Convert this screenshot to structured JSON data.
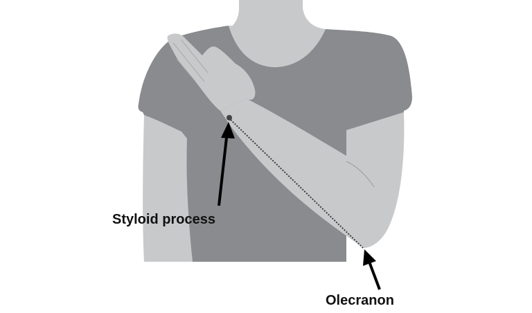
{
  "diagram": {
    "type": "anatomical-illustration",
    "subject": "Forearm length measurement: wrist on opposite shoulder",
    "colors": {
      "background": "#ffffff",
      "skin": "#c8c9cb",
      "shirt": "#8a8b8e",
      "arrow": "#000000",
      "measure_line": "#3a3a3a",
      "label_text": "#111111"
    },
    "labels": [
      {
        "id": "styloid",
        "text": "Styloid process",
        "points_to": "wrist landmark dot"
      },
      {
        "id": "olecranon",
        "text": "Olecranon",
        "points_to": "elbow tip"
      }
    ],
    "measurement": {
      "style": "dotted line",
      "from": "Styloid process",
      "to": "Olecranon"
    }
  }
}
